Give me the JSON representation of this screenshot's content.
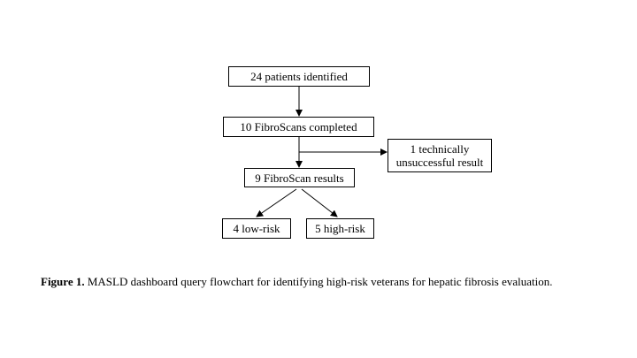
{
  "nodes": [
    {
      "id": "n1",
      "lines": [
        "24 patients identified"
      ]
    },
    {
      "id": "n2",
      "lines": [
        "10 FibroScans completed"
      ]
    },
    {
      "id": "n3",
      "lines": [
        "1 technically",
        "unsuccessful result"
      ]
    },
    {
      "id": "n4",
      "lines": [
        "9 FibroScan results"
      ]
    },
    {
      "id": "n5",
      "lines": [
        "4 low-risk"
      ]
    },
    {
      "id": "n6",
      "lines": [
        "5 high-risk"
      ]
    }
  ],
  "edges": [
    {
      "from": "n1",
      "to": "n2"
    },
    {
      "from": "n2",
      "to": "n3"
    },
    {
      "from": "n2",
      "to": "n4"
    },
    {
      "from": "n4",
      "to": "n5"
    },
    {
      "from": "n4",
      "to": "n6"
    }
  ],
  "caption": {
    "label": "Figure 1.",
    "text": " MASLD dashboard query flowchart for identifying high-risk veterans for hepatic fibrosis evaluation."
  },
  "colors": {
    "stroke": "#000000",
    "background": "#ffffff"
  }
}
